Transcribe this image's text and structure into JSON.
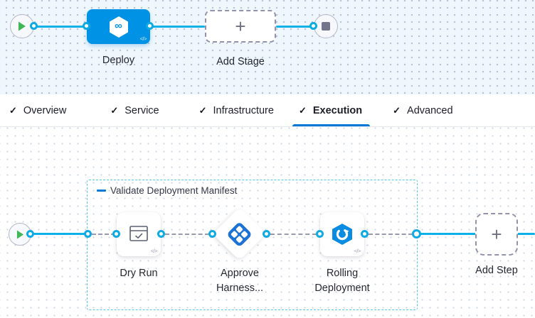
{
  "icons": {
    "check": "✓",
    "plus": "+",
    "code": "</>",
    "infinity": "∞"
  },
  "colors": {
    "line_blue": "#0EB1E7",
    "stage_blue": "#0092E4",
    "accent_blue": "#0278D5",
    "group_border": "#53C8EA",
    "play_green": "#40B757",
    "dash_gray": "#9293AB",
    "canvas_top_bg": "#EFF7FD",
    "canvas_bottom_bg": "#FFFFFF"
  },
  "stage_pipeline": {
    "deploy": {
      "label": "Deploy"
    },
    "add_stage": {
      "label": "Add Stage"
    }
  },
  "tabs": {
    "items": [
      {
        "label": "Overview"
      },
      {
        "label": "Service"
      },
      {
        "label": "Infrastructure"
      },
      {
        "label": "Execution",
        "active": true
      },
      {
        "label": "Advanced"
      }
    ]
  },
  "execution": {
    "group": {
      "label": "Validate Deployment Manifest"
    },
    "steps": [
      {
        "label": "Dry Run"
      },
      {
        "label": "Approve Harness..."
      },
      {
        "label": "Rolling Deployment"
      }
    ],
    "add_step": {
      "label": "Add Step"
    }
  }
}
